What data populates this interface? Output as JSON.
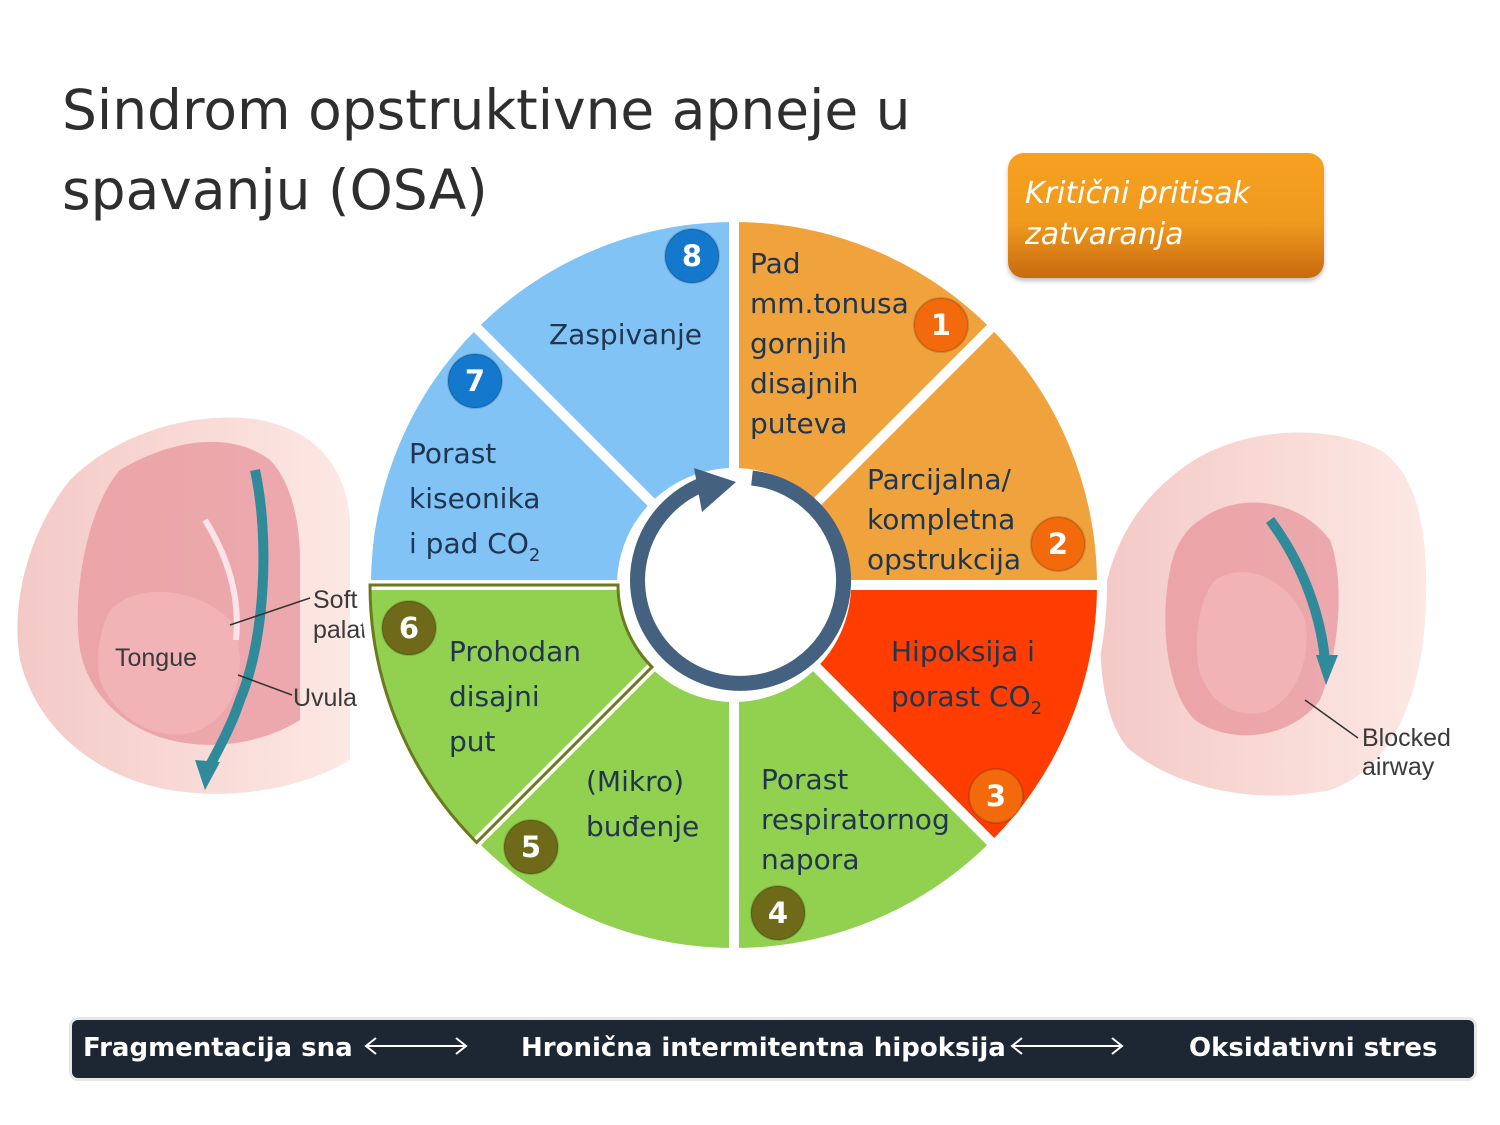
{
  "title": "Sindrom opstruktivne apneje u spavanju (OSA)",
  "critical_box": "Kritični pritisak zatvaranja",
  "segments": [
    {
      "num": "1",
      "lines": [
        "Pad",
        "mm.tonusa",
        "gornjih",
        "disajnih",
        "puteva"
      ]
    },
    {
      "num": "2",
      "lines": [
        "Parcijalna/",
        "kompletna",
        "opstrukcija"
      ]
    },
    {
      "num": "3",
      "lines": [
        "Hipoksija  i",
        "porast CO"
      ]
    },
    {
      "num": "4",
      "lines": [
        "Porast",
        "respiratornog",
        "napora"
      ]
    },
    {
      "num": "5",
      "lines": [
        "(Mikro)",
        "buđenje"
      ]
    },
    {
      "num": "6",
      "lines": [
        "Prohodan",
        "disajni",
        "put"
      ]
    },
    {
      "num": "7",
      "lines": [
        "Porast",
        "kiseonika",
        "i pad CO"
      ]
    },
    {
      "num": "8",
      "lines": [
        "Zaspivanje"
      ]
    }
  ],
  "subscript": "2",
  "left_labels": {
    "soft_palate": "Soft palat",
    "tongue": "Tongue",
    "uvula": "Uvula"
  },
  "right_labels": {
    "blocked": "Blocked",
    "airway": "airway"
  },
  "bottom_bar": [
    "Fragmentacija sna",
    "Hronična intermitentna hipoksija",
    "Oksidativni stres"
  ],
  "colors": {
    "orange": "#f0a23c",
    "red": "#ff3d00",
    "green": "#92d050",
    "blue": "#82c3f5",
    "dark_green": "#6b7a1c",
    "badge_blue": "#1478cc",
    "badge_orange": "#f26a0c",
    "badge_olive": "#6e6a1a",
    "arrow": "#44617f",
    "bar": "#1d2733"
  }
}
